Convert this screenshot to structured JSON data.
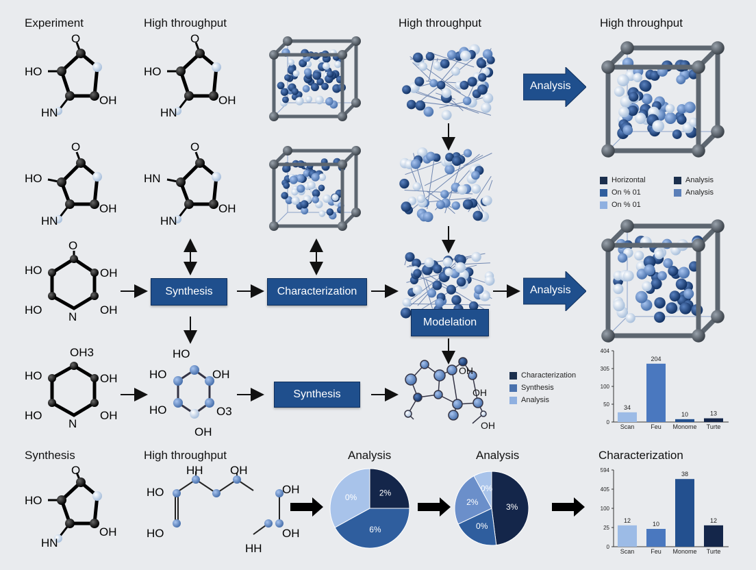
{
  "columns": {
    "c1": "Experiment",
    "c2": "High throughput",
    "c3": "High throughput",
    "c4": "High throughput"
  },
  "bottom_headers": {
    "b1": "Synthesis",
    "b2": "High throughput",
    "b3": "Analysis",
    "b4": "Analysis",
    "b5": "Characterization"
  },
  "molecules": {
    "m1": {
      "top": "O",
      "left": "HO",
      "right": "OH",
      "bottom": "HN"
    },
    "m2": {
      "top": "O",
      "left": "HO",
      "right": "OH",
      "bottom": "HN"
    },
    "m3": {
      "top": "O",
      "left": "HO",
      "right": "OH",
      "bottom": "HN"
    },
    "m4": {
      "top": "O",
      "left": "HN",
      "right": "OH",
      "bottom": "HN"
    },
    "m5": {
      "top": "O",
      "left1": "HO",
      "right1": "OH",
      "left2": "HO",
      "right2": "OH",
      "bottom": "N"
    },
    "m6": {
      "top": "OH3",
      "left1": "HO",
      "right1": "OH",
      "left2": "HO",
      "right2": "OH",
      "bottom": "N"
    },
    "m7": {
      "top": "HO",
      "left1": "HO",
      "right1": "OH",
      "left2": "HO",
      "right2": "O3",
      "bottom": "OH"
    },
    "m8": {
      "top": "O",
      "left": "HO",
      "right": "OH",
      "bottom": "HN"
    },
    "chain": {
      "t1": "HH",
      "t2": "OH",
      "l1": "HO",
      "l2": "HO",
      "r1": "OH",
      "r2": "OH",
      "b1": "HH"
    },
    "network": {
      "a": "OH",
      "b": "OH",
      "c": "OH"
    }
  },
  "process": {
    "synthesis1": "Synthesis",
    "characterization": "Characterization",
    "modelation": "Modelation",
    "synthesis2": "Synthesis",
    "analysis_arrow1": "Analysis",
    "analysis_arrow2": "Analysis"
  },
  "legend_top": [
    {
      "label": "Horizontal",
      "color": "#1b2f4d"
    },
    {
      "label": "Analysis",
      "color": "#1b2f4d"
    },
    {
      "label": "On % 01",
      "color": "#2f5e9e"
    },
    {
      "label": "Analysis",
      "color": "#5b7fb8"
    },
    {
      "label": "On % 01",
      "color": "#8fb0e0"
    }
  ],
  "legend_mid": [
    {
      "label": "Characterization",
      "color": "#1b2f4d"
    },
    {
      "label": "Synthesis",
      "color": "#4a72ad"
    },
    {
      "label": "Analysis",
      "color": "#8fb0e0"
    }
  ],
  "chart_data": [
    {
      "type": "bar",
      "categories": [
        "Scan",
        "Feu",
        "Monome",
        "Turte"
      ],
      "values": [
        34,
        204,
        10,
        13
      ],
      "labels": [
        "34",
        "204",
        "10",
        "13"
      ],
      "yticks": [
        "0",
        "50",
        "100",
        "305",
        "404"
      ],
      "colors": [
        "#9cbbe6",
        "#4a78bf",
        "#23508f",
        "#14264a"
      ]
    },
    {
      "type": "bar",
      "categories": [
        "Scan",
        "Feu",
        "Monome",
        "Turte"
      ],
      "values": [
        12,
        10,
        38,
        12
      ],
      "labels": [
        "12",
        "10",
        "38",
        "12"
      ],
      "yticks": [
        "0",
        "25",
        "100",
        "405",
        "594"
      ],
      "colors": [
        "#9cbbe6",
        "#4a78bf",
        "#23508f",
        "#14264a"
      ]
    },
    {
      "type": "pie",
      "slices": [
        {
          "label": "2%",
          "value": 25,
          "color": "#14264a"
        },
        {
          "label": "6%",
          "value": 42,
          "color": "#2f5e9e"
        },
        {
          "label": "0%",
          "value": 33,
          "color": "#a8c3ea"
        }
      ]
    },
    {
      "type": "pie",
      "slices": [
        {
          "label": "3%",
          "value": 48,
          "color": "#14264a"
        },
        {
          "label": "0%",
          "value": 20,
          "color": "#2f5e9e"
        },
        {
          "label": "2%",
          "value": 24,
          "color": "#6b8fca"
        },
        {
          "label": "0%",
          "value": 8,
          "color": "#a8c3ea"
        }
      ]
    }
  ]
}
